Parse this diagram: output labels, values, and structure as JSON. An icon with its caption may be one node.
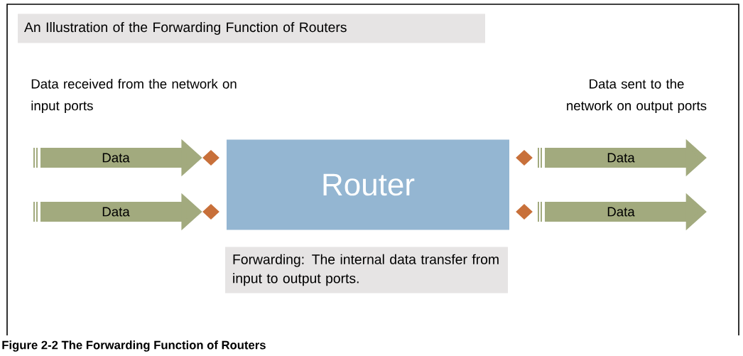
{
  "diagram": {
    "title": "An Illustration of the Forwarding Function of Routers",
    "caption": "Figure 2-2 The Forwarding Function of Routers",
    "nodes": [
      {
        "text": [
          "Router"
        ]
      },
      {
        "text": [],
        "shape": "diamond"
      },
      {
        "text": [],
        "shape": "diamond"
      },
      {
        "text": [],
        "shape": "diamond"
      },
      {
        "text": [],
        "shape": "diamond"
      },
      {
        "text": [
          "Forwarding: The internal data transfer from input to output ports."
        ]
      }
    ],
    "edges": [
      {
        "from": null,
        "to": 1,
        "arrow": "to",
        "label": "Data"
      },
      {
        "from": null,
        "to": 2,
        "arrow": "to",
        "label": "Data"
      },
      {
        "from": 3,
        "to": null,
        "arrow": "to",
        "label": "Data"
      },
      {
        "from": 4,
        "to": null,
        "arrow": "to",
        "label": "Data"
      }
    ],
    "labels": [
      "Data received from the network on input ports",
      "Data sent to the network on output ports"
    ]
  }
}
